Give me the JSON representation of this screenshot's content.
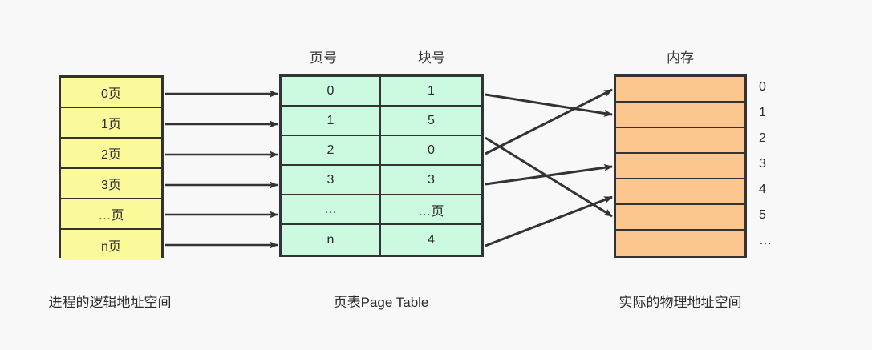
{
  "diagram": {
    "title_logical": "",
    "columns": {
      "page_number_header": "页号",
      "block_number_header": "块号",
      "memory_header": "内存"
    },
    "captions": {
      "logical": "进程的逻辑地址空间",
      "pagetable": "页表Page Table",
      "physical": "实际的物理地址空间"
    }
  },
  "logical_space": {
    "name": "进程的逻辑地址空间",
    "pages": [
      {
        "label": "0页"
      },
      {
        "label": "1页"
      },
      {
        "label": "2页"
      },
      {
        "label": "3页"
      },
      {
        "label": "…页"
      },
      {
        "label": "n页"
      }
    ]
  },
  "page_table": {
    "name": "页表Page Table",
    "headers": {
      "page": "页号",
      "block": "块号"
    },
    "rows": [
      {
        "page": "0",
        "block": "1"
      },
      {
        "page": "1",
        "block": "5"
      },
      {
        "page": "2",
        "block": "0"
      },
      {
        "page": "3",
        "block": "3"
      },
      {
        "page": "…",
        "block": "…页"
      },
      {
        "page": "n",
        "block": "4"
      }
    ]
  },
  "memory": {
    "name": "内存",
    "header": "内存",
    "frames": [
      {
        "label": "0"
      },
      {
        "label": "1"
      },
      {
        "label": "2"
      },
      {
        "label": "3"
      },
      {
        "label": "4"
      },
      {
        "label": "5"
      },
      {
        "label": "…"
      }
    ]
  },
  "mappings": [
    {
      "from_page": "0",
      "to_block": "1"
    },
    {
      "from_page": "1",
      "to_block": "5"
    },
    {
      "from_page": "2",
      "to_block": "0"
    },
    {
      "from_page": "3",
      "to_block": "3"
    },
    {
      "from_page": "n",
      "to_block": "4"
    }
  ],
  "colors": {
    "background": "#f8f8f8",
    "logical_fill": "#fafa9b",
    "pagetable_fill": "#cbfae1",
    "memory_fill": "#fcc78e",
    "stroke": "#333333"
  }
}
